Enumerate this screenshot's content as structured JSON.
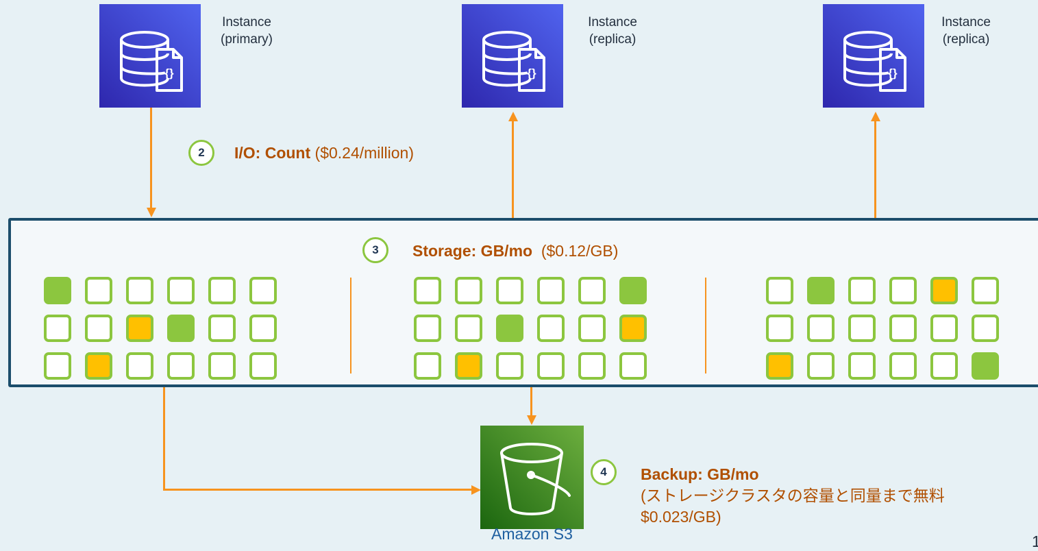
{
  "instances": [
    {
      "name": "Instance",
      "role": "(primary)"
    },
    {
      "name": "Instance",
      "role": "(replica)"
    },
    {
      "name": "Instance",
      "role": "(replica)"
    }
  ],
  "io": {
    "number": "2",
    "title": "I/O: Count",
    "price": "($0.24/million)"
  },
  "storage": {
    "number": "3",
    "title": "Storage:  GB/mo",
    "price": "($0.12/GB)"
  },
  "backup": {
    "number": "4",
    "title": "Backup:  GB/mo",
    "note_line1": "(ストレージクラスタの容量と同量まで無料",
    "note_line2": "$0.023/GB)"
  },
  "s3": {
    "label": "Amazon S3"
  },
  "page_number": "1",
  "storage_grid": {
    "legend": {
      "empty": "e",
      "full": "f",
      "io": "y"
    },
    "groups": [
      [
        "feeeee",
        "eeyfee",
        "eyeeee"
      ],
      [
        "eeeeef",
        "eefeey",
        "eyeeee"
      ],
      [
        "efeeye",
        "eeeeee",
        "yeeeef"
      ]
    ]
  },
  "colors": {
    "arrow": "#f7931e",
    "cell_border": "#8cc63f",
    "cell_io": "#ffc000",
    "cluster_border": "#1b4d6b",
    "accent_text": "#b04f00",
    "instance_gradient": [
      "#2e27ad",
      "#5063ee"
    ],
    "s3_gradient": [
      "#1b660f",
      "#6cae3e"
    ]
  },
  "icons": [
    "database-document-icon",
    "s3-bucket-icon"
  ]
}
